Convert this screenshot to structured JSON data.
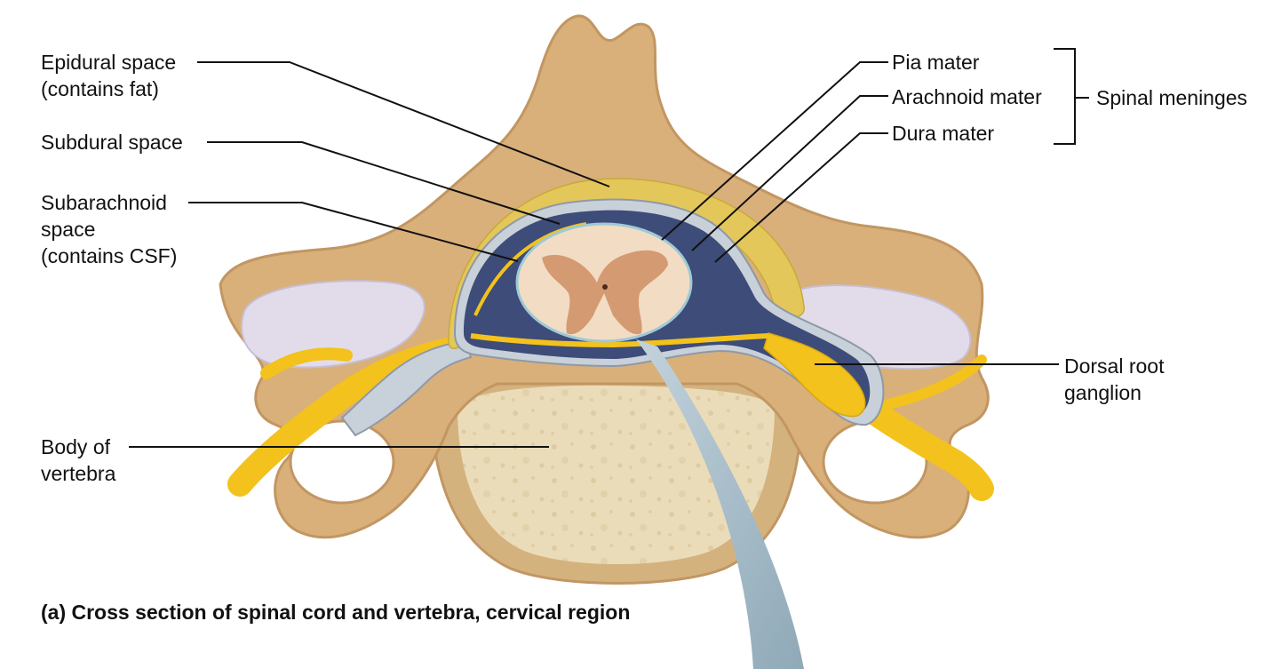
{
  "labels": {
    "epidural": "Epidural space\n(contains fat)",
    "subdural": "Subdural space",
    "subarachnoid": "Subarachnoid\nspace\n(contains CSF)",
    "body": "Body of\nvertebra",
    "pia": "Pia mater",
    "arachnoid": "Arachnoid mater",
    "dura": "Dura mater",
    "meninges": "Spinal meninges",
    "ganglion": "Dorsal root\nganglion"
  },
  "caption": "(a) Cross section of spinal cord and vertebra, cervical region",
  "colors": {
    "bone": "#d9b07a",
    "bone_outline": "#c29662",
    "vertebral_body": "#ebdcb9",
    "body_rim": "#d4b27e",
    "epidural_fat": "#e4c75a",
    "dura": "#c8d0da",
    "arachnoid_sac": "#3d4c78",
    "spinal_nerve": "#f3c21c",
    "white_matter": "#f2dcc4",
    "gray_matter": "#d49a72",
    "articular_cartilage": "#e2dcea",
    "pointer_line": "#111111",
    "zoom_callout": "#a7bcc8"
  }
}
